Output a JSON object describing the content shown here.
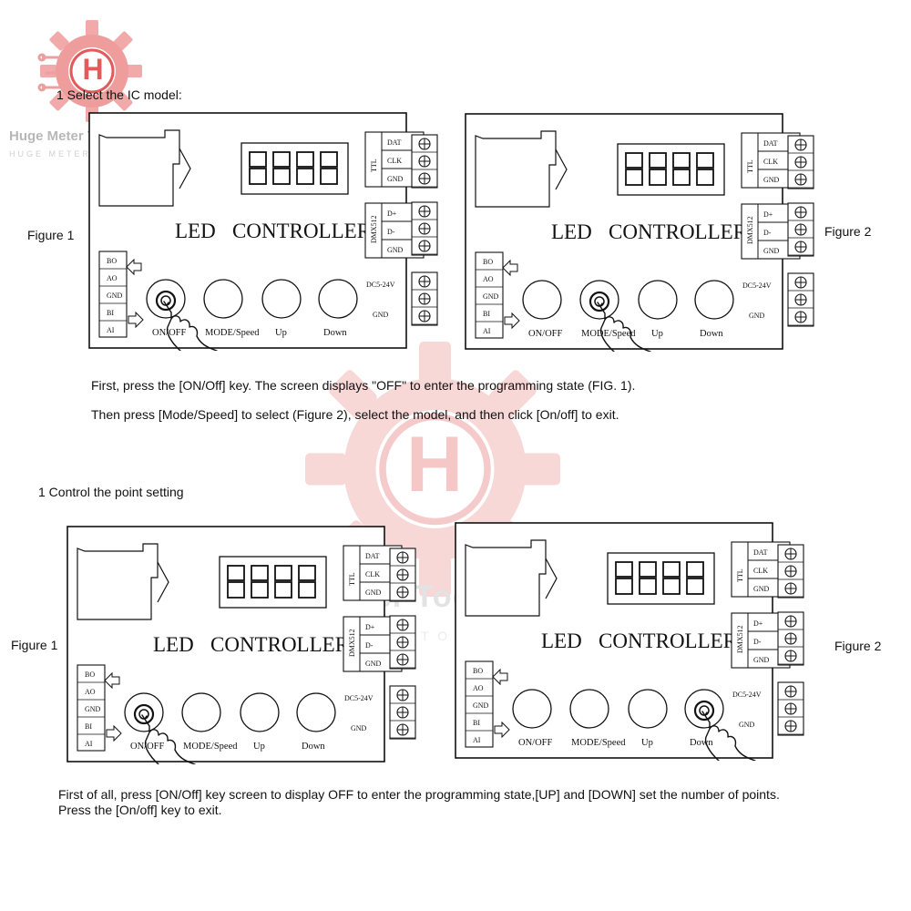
{
  "watermark": {
    "logo_letter": "H",
    "store_name": "Huge Meter Tools Store",
    "store_sub": "HUGE METER TOOLS STORE"
  },
  "sections": [
    {
      "heading": "1 Select the IC model:",
      "figure_left_label": "Figure 1",
      "figure_right_label": "Figure 2",
      "paragraphs": [
        "First, press the [ON/Off] key. The screen displays \"OFF\" to enter the programming state (FIG. 1).",
        "Then press [Mode/Speed] to select (Figure 2), select the model, and then click [On/off] to exit."
      ]
    },
    {
      "heading": "1 Control the point setting",
      "figure_left_label": "Figure 1",
      "figure_right_label": "Figure 2",
      "paragraphs": [
        "First of all, press [ON/Off] key screen to display OFF to enter the programming state,[UP] and [DOWN] set the number of points. Press the [On/off] key to exit."
      ]
    }
  ],
  "controller": {
    "title_led": "LED",
    "title_controller": "CONTROLLER",
    "ttl_label": "TTL",
    "ttl_pins": [
      "DAT",
      "CLK",
      "GND"
    ],
    "dmx_label": "DMX512",
    "dmx_pins": [
      "D+",
      "D-",
      "GND"
    ],
    "power_label": "DC5-24V",
    "power_gnd": "GND",
    "left_pins": [
      "BO",
      "AO",
      "GND",
      "BI",
      "AI"
    ],
    "buttons": [
      "ON/OFF",
      "MODE/Speed",
      "Up",
      "Down"
    ]
  },
  "panels": [
    {
      "id": "s1-fig1",
      "pressed_button": "ON/OFF"
    },
    {
      "id": "s1-fig2",
      "pressed_button": "MODE/Speed"
    },
    {
      "id": "s2-fig1",
      "pressed_button": "ON/OFF"
    },
    {
      "id": "s2-fig2",
      "pressed_button": "Down"
    }
  ],
  "colors": {
    "ink": "#111111",
    "logo_red": "#e25a5a",
    "logo_pink": "#f3b7b7"
  }
}
